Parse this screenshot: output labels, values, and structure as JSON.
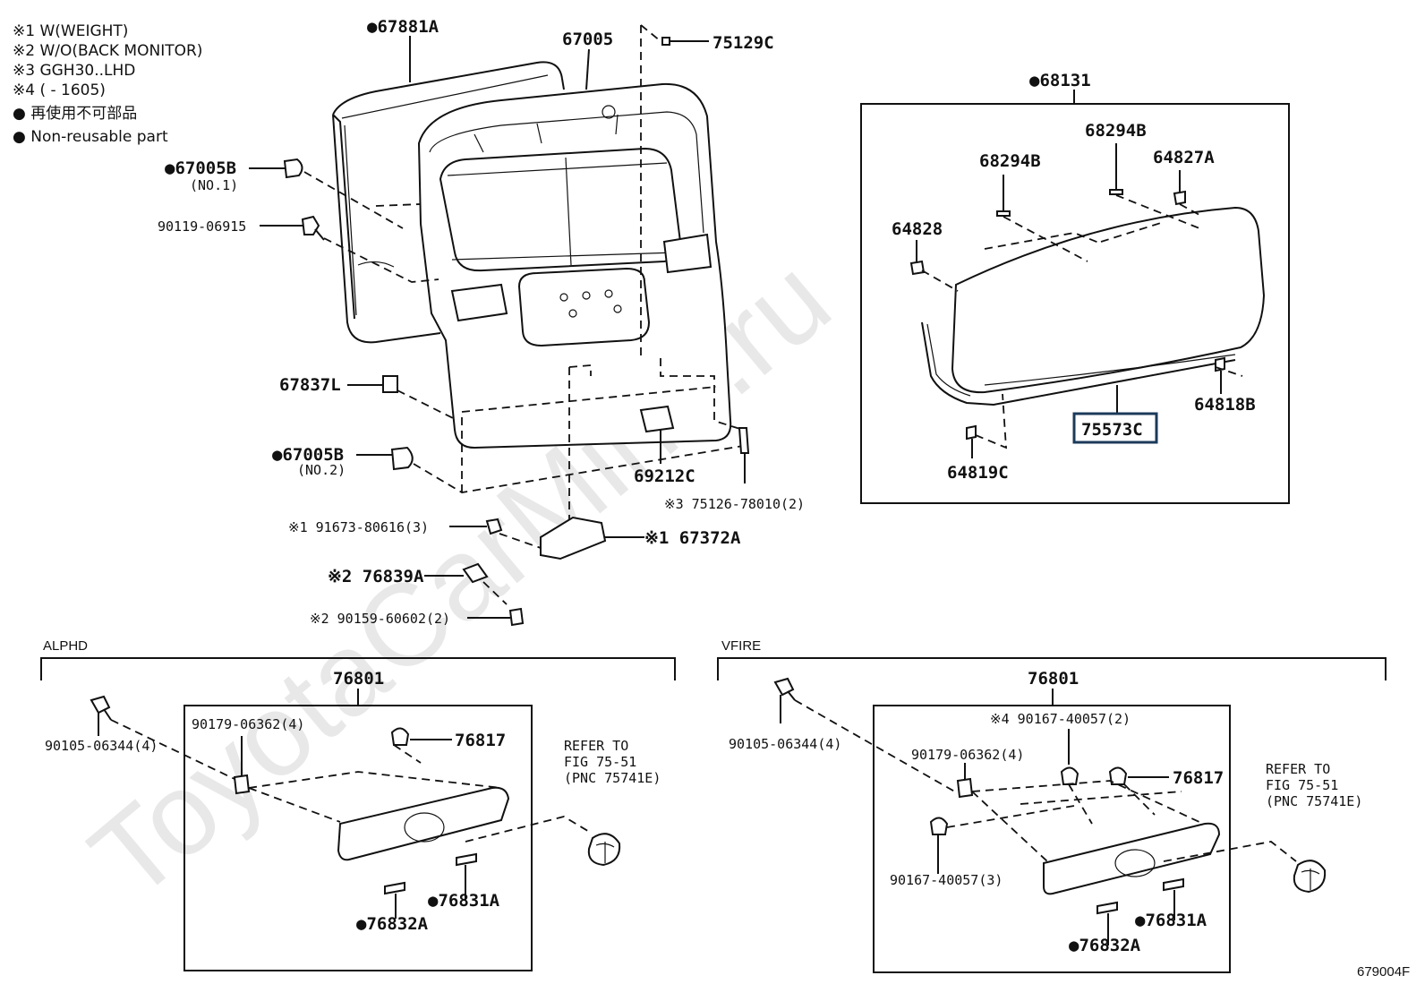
{
  "legend": {
    "n1": "※1 W(WEIGHT)",
    "n2": "※2 W/O(BACK MONITOR)",
    "n3": "※3 GGH30..LHD",
    "n4": "※4 (    - 1605)",
    "jp": "● 再使用不可部品",
    "en": "● Non-reusable part"
  },
  "watermark": "ToyotaCarMine.ru",
  "parts": {
    "p67881A": "●67881A",
    "p67005": "67005",
    "p75129C": "75129C",
    "p67005B_1": "●67005B",
    "no1": "(NO.1)",
    "p90119": "90119-06915",
    "p67837L": "67837L",
    "p67005B_2": "●67005B",
    "no2": "(NO.2)",
    "p69212C": "69212C",
    "p75126": "※3 75126-78010(2)",
    "p91673": "※1 91673-80616(3)",
    "p67372A": "※1 67372A",
    "p76839A": "※2 76839A",
    "p90159": "※2 90159-60602(2)",
    "p68131": "●68131",
    "p68294B_a": "68294B",
    "p68294B_b": "68294B",
    "p64827A": "64827A",
    "p64828": "64828",
    "p75573C": "75573C",
    "p64818B": "64818B",
    "p64819C": "64819C"
  },
  "alphd": {
    "section": "ALPHD",
    "p76801": "76801",
    "p90179": "90179-06362(4)",
    "p76817": "76817",
    "p90105": "90105-06344(4)",
    "refer1": "REFER TO",
    "refer2": "FIG 75-51",
    "refer3": "(PNC 75741E)",
    "p76831A": "●76831A",
    "p76832A": "●76832A"
  },
  "vfire": {
    "section": "VFIRE",
    "p76801": "76801",
    "p90167a": "※4 90167-40057(2)",
    "p90105": "90105-06344(4)",
    "p90179": "90179-06362(4)",
    "p76817": "76817",
    "p90167b": "90167-40057(3)",
    "refer1": "REFER TO",
    "refer2": "FIG 75-51",
    "refer3": "(PNC 75741E)",
    "p76831A": "●76831A",
    "p76832A": "●76832A"
  },
  "figure_id": "679004F"
}
